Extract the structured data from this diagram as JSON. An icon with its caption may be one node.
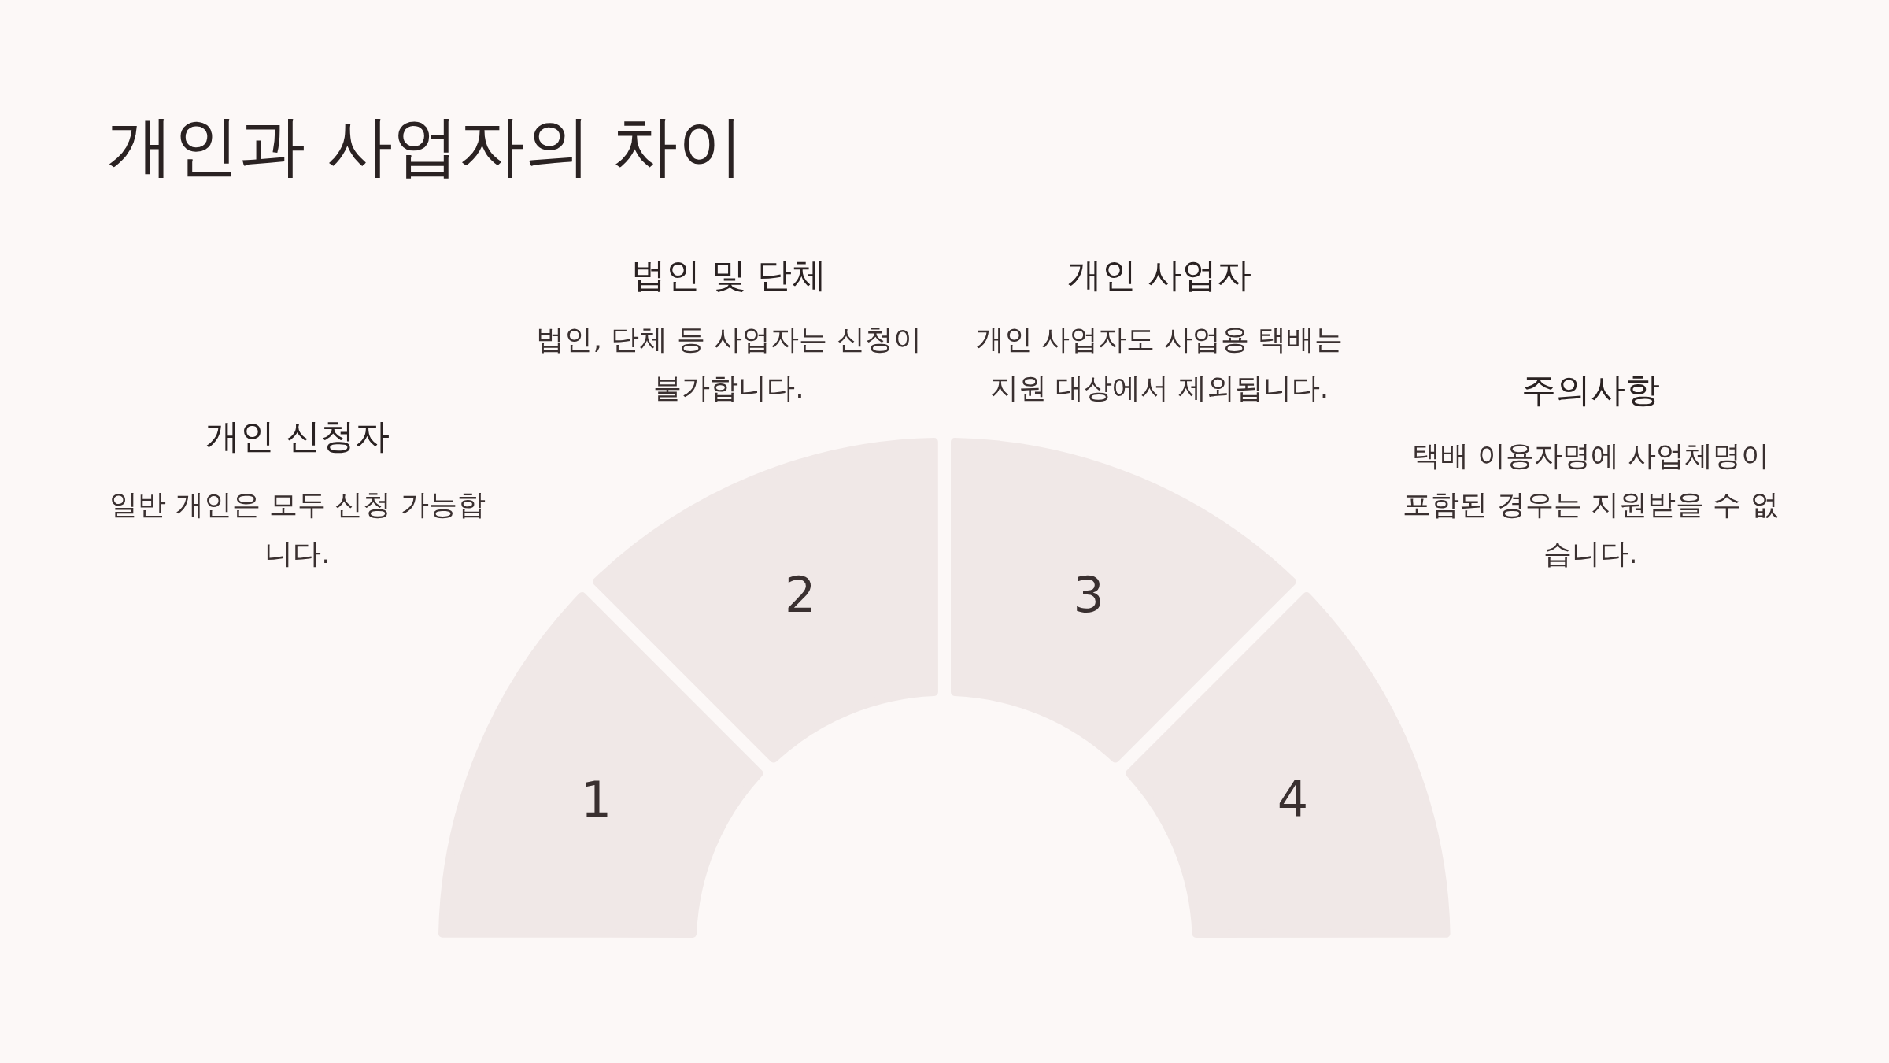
{
  "diagram": {
    "title": "개인과 사업자의 차이",
    "nodes": [
      {
        "text": [
          "1"
        ],
        "beside": [
          "개인 신청자",
          "일반 개인은 모두 신청 가능합니다."
        ]
      },
      {
        "text": [
          "2"
        ],
        "beside": [
          "법인 및 단체",
          "법인, 단체 등 사업자는 신청이 불가합니다."
        ]
      },
      {
        "text": [
          "3"
        ],
        "beside": [
          "개인 사업자",
          "개인 사업자도 사업용 택배는 지원 대상에서 제외됩니다."
        ]
      },
      {
        "text": [
          "4"
        ],
        "beside": [
          "주의사항",
          "택배 이용자명에 사업체명이 포함된 경우는 지원받을 수 없습니다."
        ]
      }
    ]
  }
}
